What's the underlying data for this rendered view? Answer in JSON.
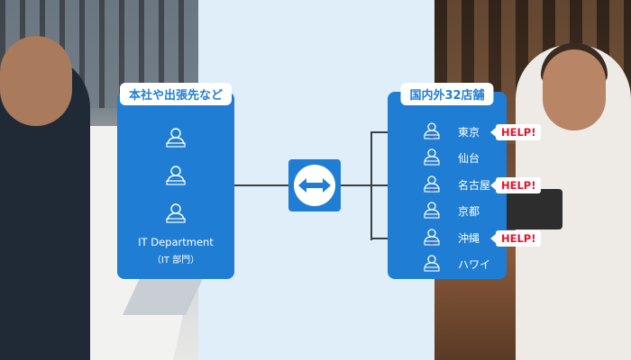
{
  "left_panel": {
    "title": "本社や出張先など",
    "label": "IT Department",
    "sublabel": "（IT 部門）",
    "icon": "person-at-laptop-icon"
  },
  "center": {
    "logo_icon": "teamviewer-double-arrow-icon"
  },
  "right_panel": {
    "title": "国内外32店舗",
    "stores": [
      {
        "name": "東京",
        "help": "HELP!",
        "alert": true
      },
      {
        "name": "仙台",
        "help": "",
        "alert": false
      },
      {
        "name": "名古屋",
        "help": "HELP!",
        "alert": true
      },
      {
        "name": "京都",
        "help": "",
        "alert": false
      },
      {
        "name": "沖縄",
        "help": "HELP!",
        "alert": true
      },
      {
        "name": "ハワイ",
        "help": "",
        "alert": false
      }
    ]
  },
  "colors": {
    "brand_blue": "#1f7ed3",
    "alert_red": "#e3142d",
    "background": "#dfeef9"
  }
}
